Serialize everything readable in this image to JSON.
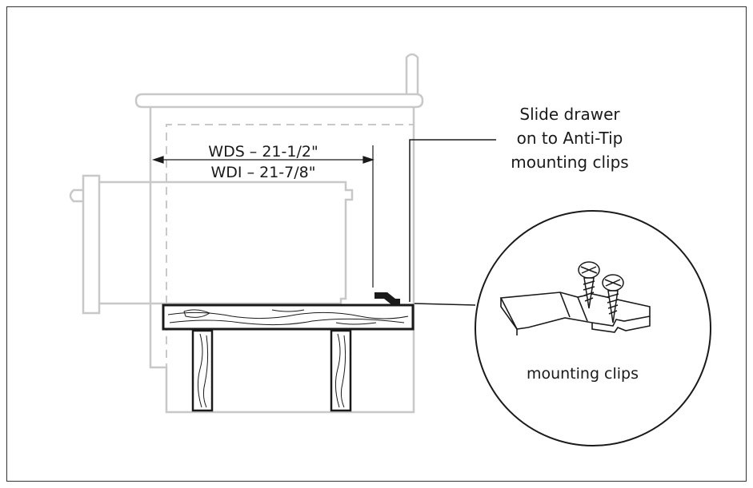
{
  "dimension": {
    "line1": "WDS – 21-1/2\"",
    "line2": "WDI – 21-7/8\""
  },
  "callout": {
    "line1": "Slide drawer",
    "line2": "on to Anti-Tip",
    "line3": "mounting clips"
  },
  "detail": {
    "label": "mounting clips"
  },
  "colors": {
    "cabinet_outline": "#c8c8c8",
    "ink": "#1a1a1a",
    "frame": "#333333"
  }
}
